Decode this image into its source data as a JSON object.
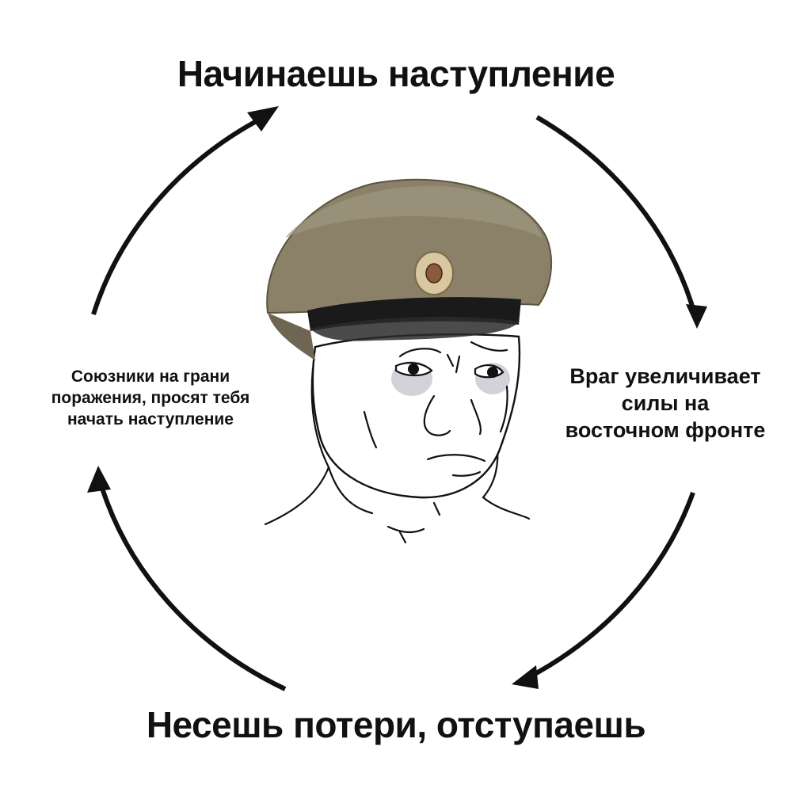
{
  "diagram": {
    "type": "cycle",
    "direction": "clockwise",
    "stages": {
      "top": "Начинаешь наступление",
      "right": [
        "Враг увеличивает",
        "силы на",
        "восточном фронте"
      ],
      "bottom": "Несешь потери, отступаешь",
      "left": [
        "Союзники на грани",
        "поражения, просят тебя",
        "начать наступление"
      ]
    }
  },
  "colors": {
    "arrow": "#111111",
    "text": "#111111",
    "cap_crown": "#8a8168",
    "cap_band": "#1a1a1a",
    "cockade": "#d8c7a0",
    "eye_shadow": "#b8b8bf"
  },
  "figure": {
    "subject": "wojak-in-officer-cap",
    "icon": "sad-soldier-face-icon"
  }
}
